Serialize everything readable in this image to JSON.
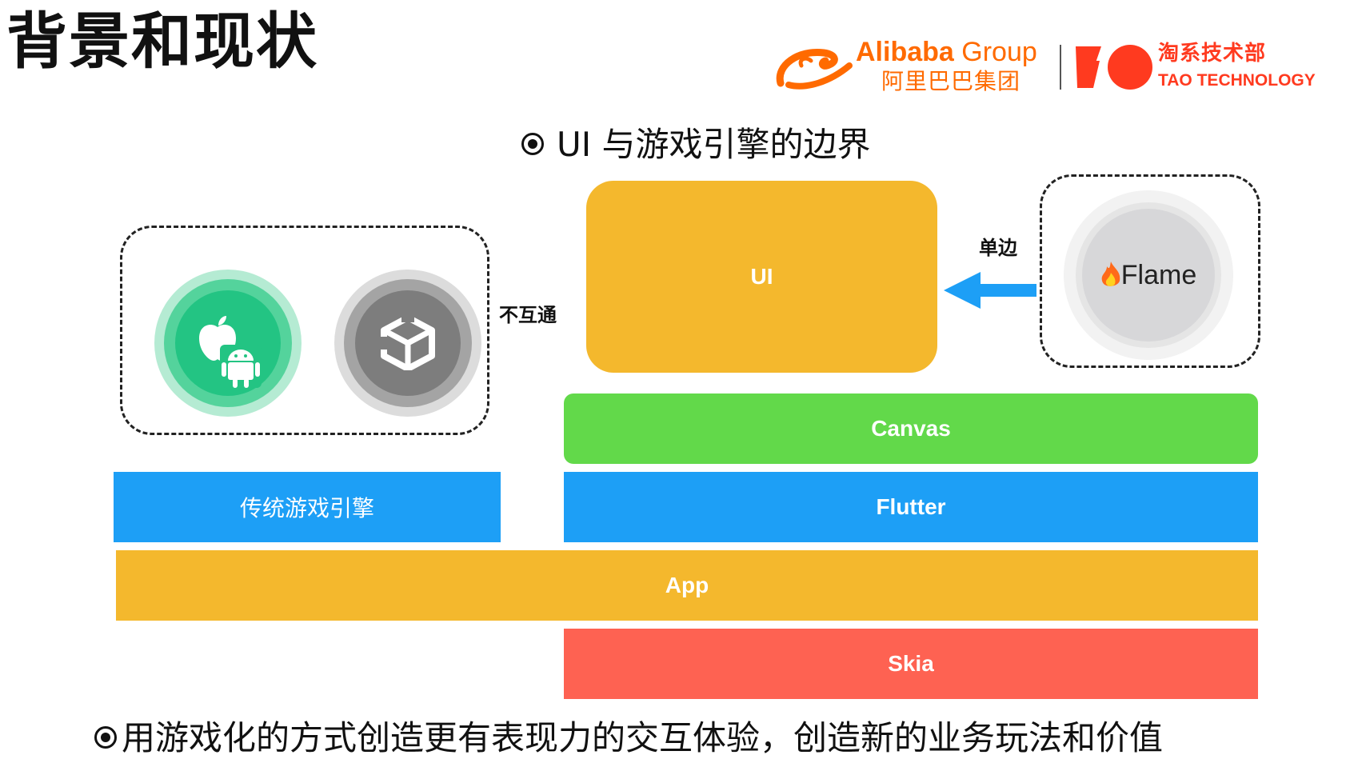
{
  "slide": {
    "title": "背景和现状",
    "subtitle": "UI 与游戏引擎的边界",
    "bottom_text": "用游戏化的方式创造更有表现力的交互体验，创造新的业务玩法和价值"
  },
  "logos": {
    "alibaba": {
      "name": "Alibaba",
      "group": "Group",
      "cn": "阿里巴巴集团",
      "color": "#ff6a00"
    },
    "tao": {
      "cn": "淘系技术部",
      "en": "TAO TECHNOLOGY",
      "color": "#ff3a1f"
    }
  },
  "diagram": {
    "label_no_connect": "不互通",
    "label_one_way": "单边",
    "flame_label": "Flame",
    "blocks": {
      "ui": "UI",
      "canvas": "Canvas",
      "legacy_engine": "传统游戏引擎",
      "flutter": "Flutter",
      "app": "App",
      "skia": "Skia"
    },
    "colors": {
      "yellow": "#f4b82d",
      "green": "#62d94a",
      "blue": "#1d9ff6",
      "red": "#fe6252",
      "arrow": "#1d9ff6"
    },
    "icons": [
      "apple-icon",
      "android-icon",
      "unity-icon",
      "fire-icon",
      "arrow-left-icon"
    ]
  }
}
